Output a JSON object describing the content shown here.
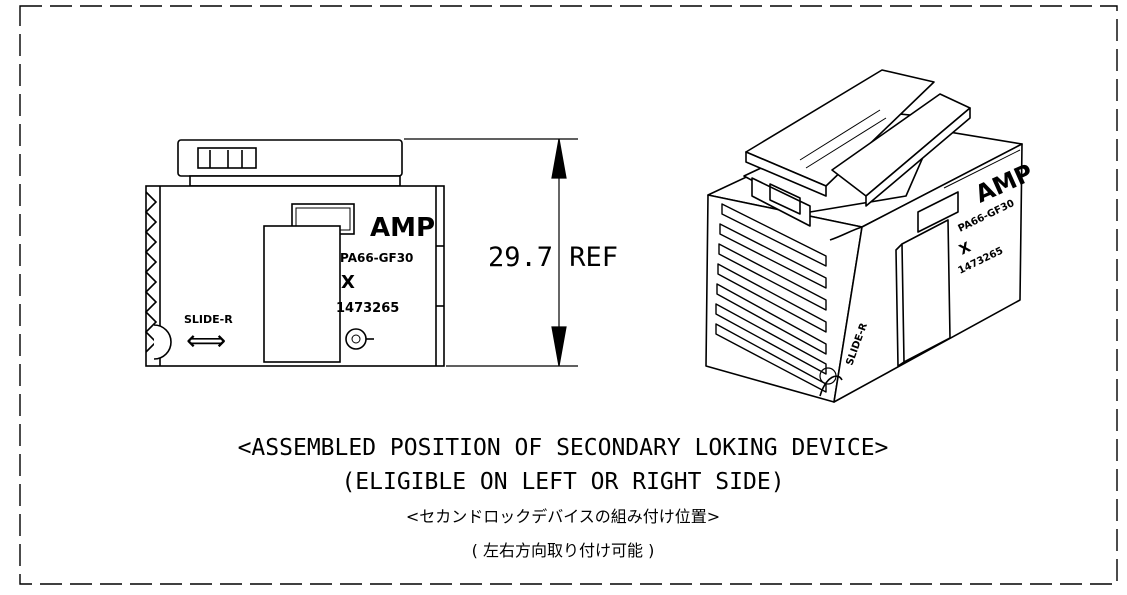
{
  "dimension": {
    "value_label": "29.7 REF"
  },
  "side_view": {
    "brand": "AMP",
    "material_mark": "PA66-GF30",
    "x_mark": "X",
    "part_number": "1473265",
    "slide_label": "SLIDE-R",
    "slide_arrow": "⟺"
  },
  "iso_view": {
    "brand": "AMP",
    "material_mark": "PA66-GF30",
    "x_mark": "X",
    "part_number": "1473265",
    "slide_label": "SLIDE-R"
  },
  "notes": {
    "line1": "<ASSEMBLED POSITION OF SECONDARY LOKING DEVICE>",
    "line2": "(ELIGIBLE ON LEFT OR RIGHT SIDE)",
    "line3": "<セカンドロックデバイスの組み付け位置>",
    "line4": "( 左右方向取り付け可能 )"
  }
}
